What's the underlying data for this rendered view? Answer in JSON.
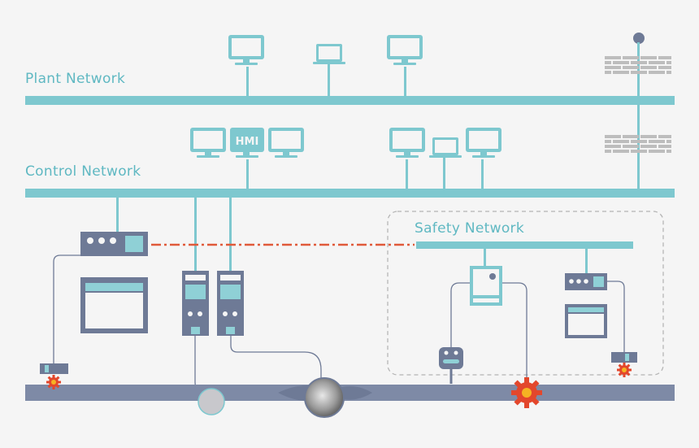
{
  "labels": {
    "plant_network": "Plant Network",
    "control_network": "Control Network",
    "safety_network": "Safety Network",
    "hmi": "HMI"
  },
  "colors": {
    "network_bus": "#7ec8cf",
    "device_dark": "#6e7a96",
    "pipe": "#7e8aa6",
    "safety_link": "#e05a3a",
    "valve_gear": "#e3472c",
    "label_text": "#5fb8c2"
  },
  "icons": [
    "monitor-icon",
    "laptop-icon",
    "firewall-icon",
    "hmi-monitor-icon",
    "controller-icon",
    "io-module-icon",
    "sensor-icon",
    "valve-icon",
    "pipe"
  ]
}
